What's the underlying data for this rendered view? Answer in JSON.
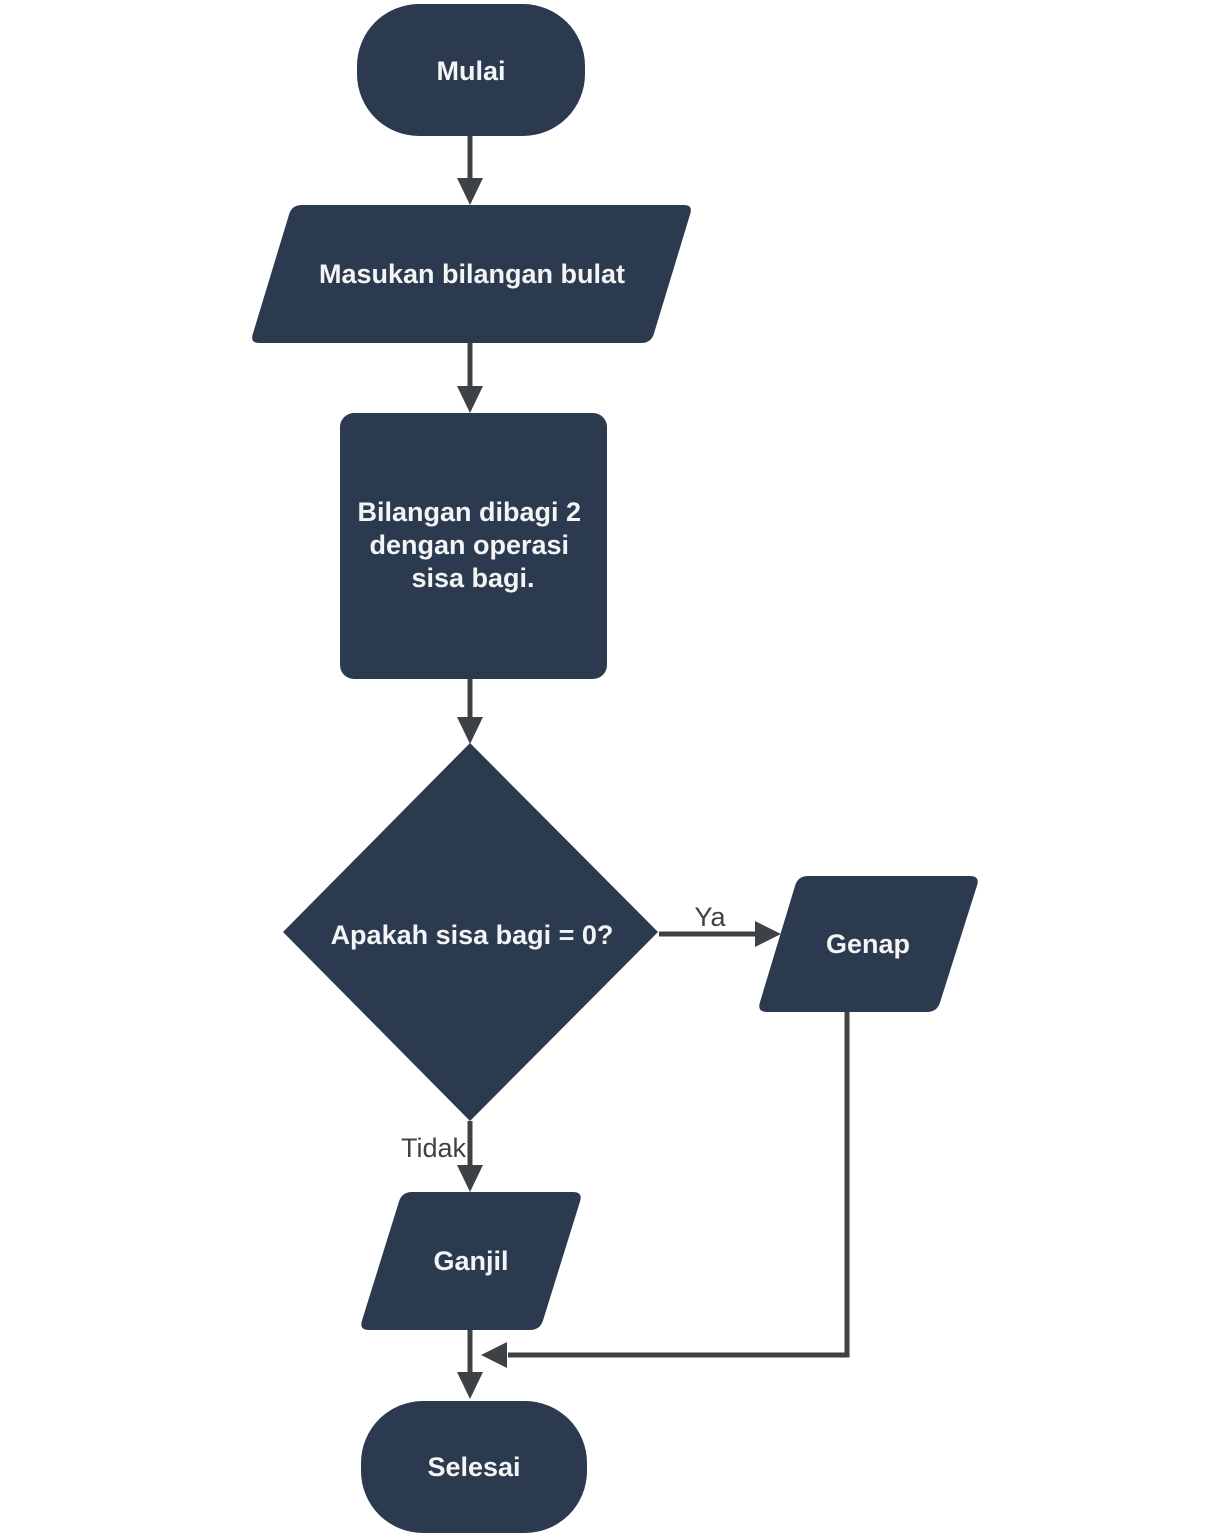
{
  "colors": {
    "background": "#ffffff",
    "shape_fill": "#2b3a4e",
    "shape_text": "#f2f4f5",
    "connector": "#3f4245",
    "edge_label_text": "#3f4245"
  },
  "flowchart": {
    "nodes": {
      "start": {
        "type": "terminator",
        "label": "Mulai"
      },
      "input": {
        "type": "input-output",
        "label": "Masukan bilangan bulat"
      },
      "process": {
        "type": "process",
        "lines": [
          "Bilangan dibagi 2",
          "dengan operasi",
          "sisa bagi."
        ]
      },
      "decision": {
        "type": "decision",
        "label": "Apakah sisa bagi = 0?"
      },
      "genap": {
        "type": "input-output",
        "label": "Genap"
      },
      "ganjil": {
        "type": "input-output",
        "label": "Ganjil"
      },
      "end": {
        "type": "terminator",
        "label": "Selesai"
      }
    },
    "edge_labels": {
      "yes": "Ya",
      "no": "Tidak"
    }
  }
}
